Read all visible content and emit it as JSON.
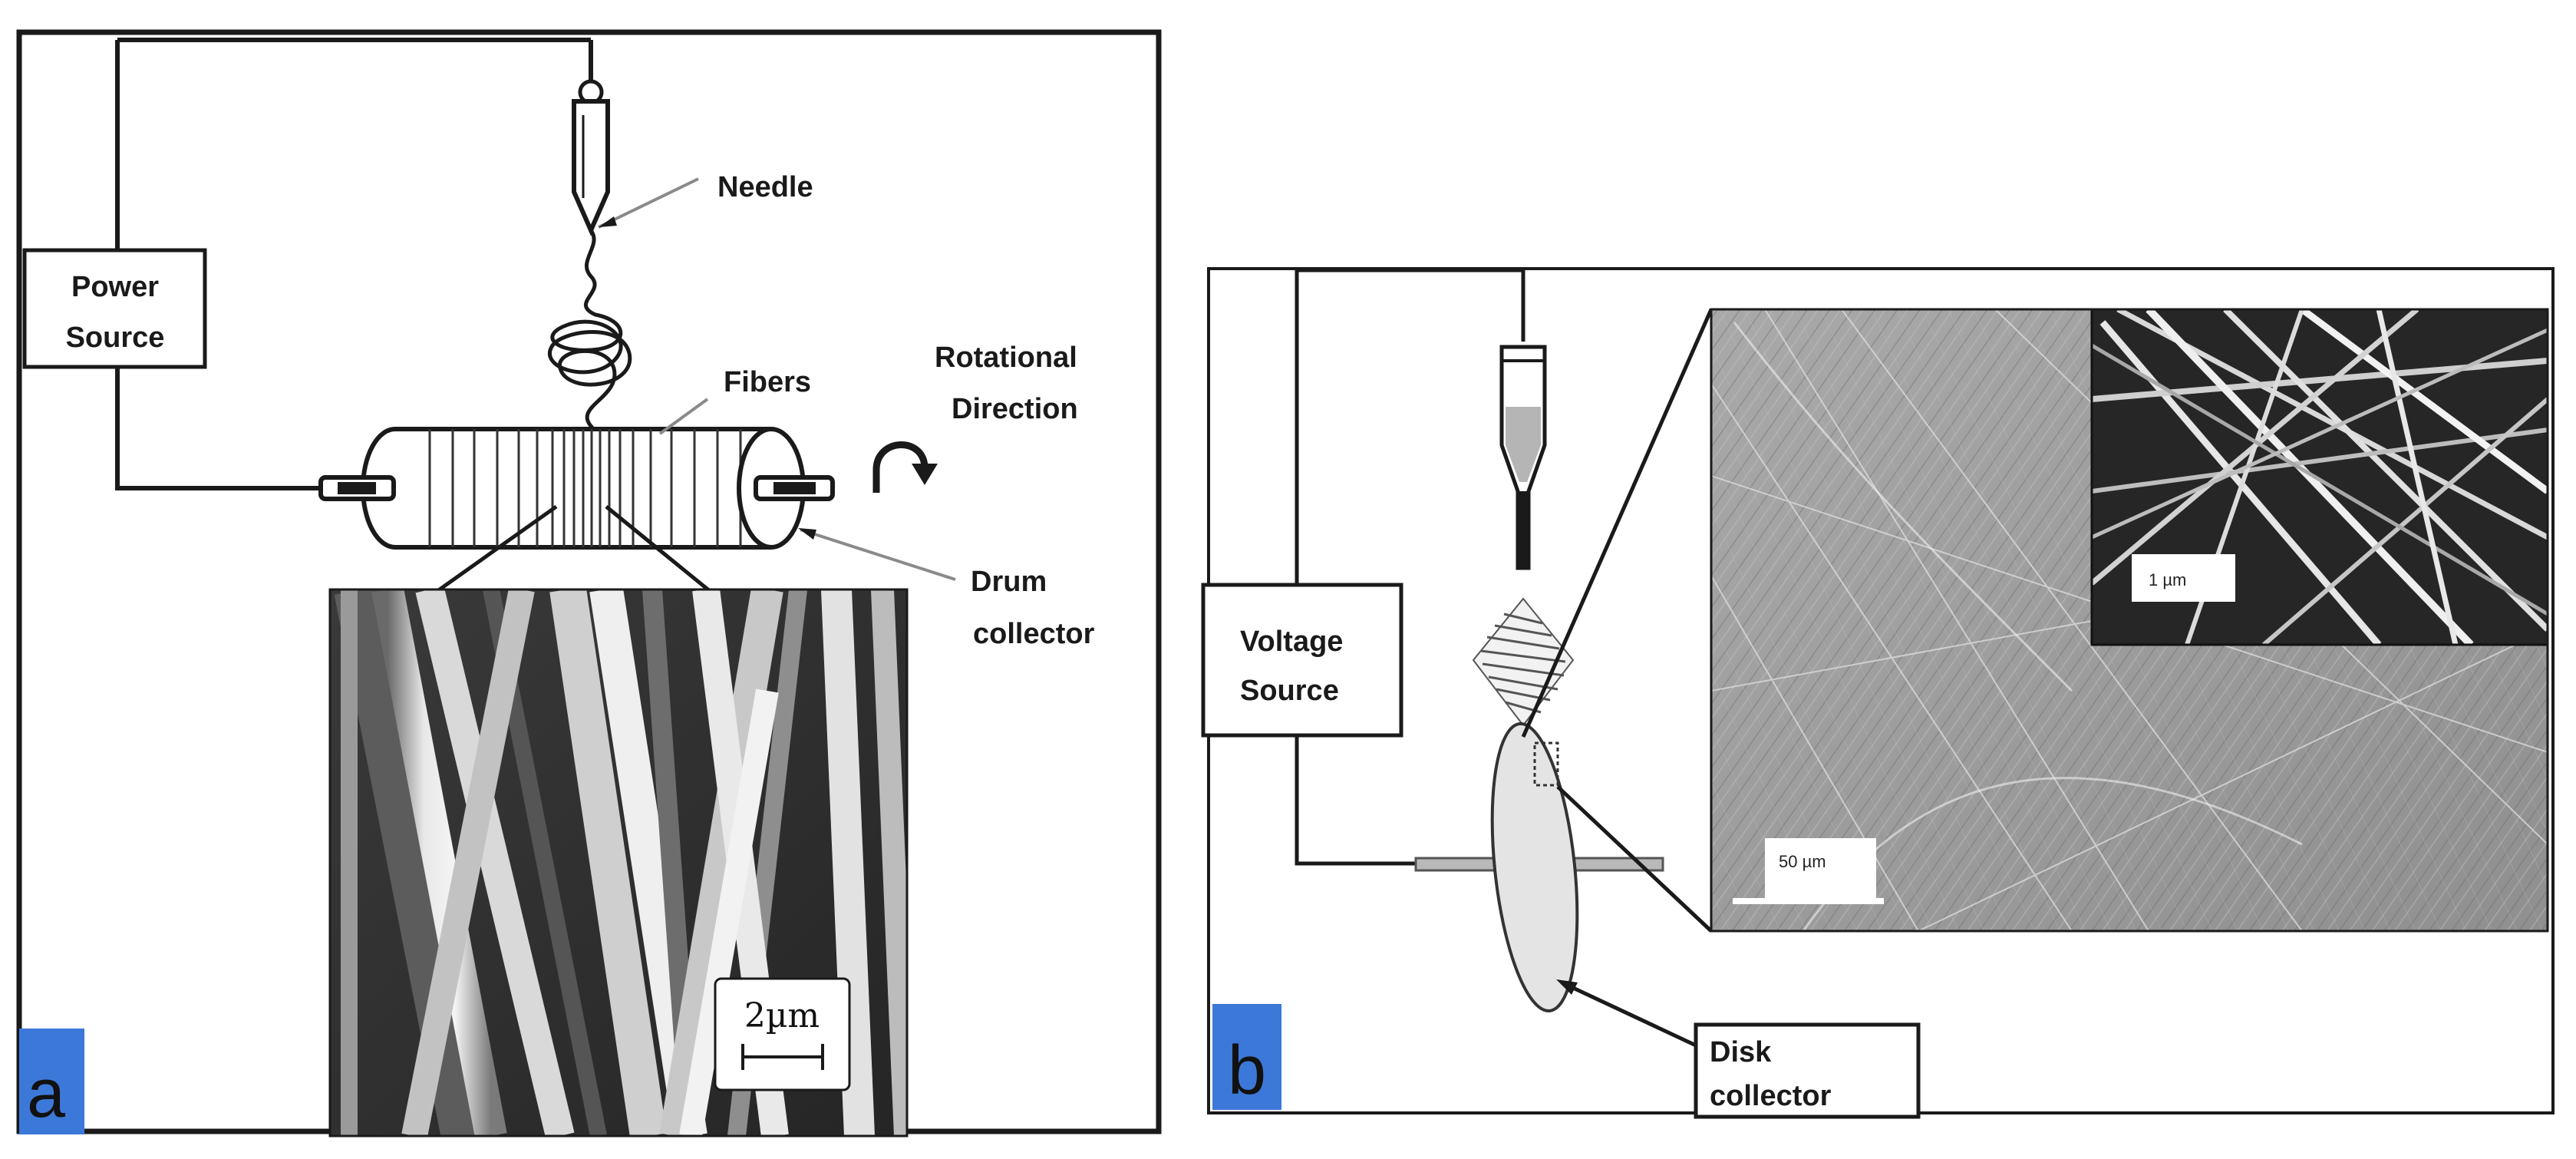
{
  "panel_a": {
    "letter": "a",
    "labels": {
      "needle": "Needle",
      "power_source_line1": "Power",
      "power_source_line2": "Source",
      "fibers": "Fibers",
      "rotational_line1": "Rotational",
      "rotational_line2": "Direction",
      "drum_line1": "Drum",
      "drum_line2": "collector"
    },
    "scale_bar": "2µm"
  },
  "panel_b": {
    "letter": "b",
    "labels": {
      "voltage_line1": "Voltage",
      "voltage_line2": "Source",
      "disk_line1": "Disk",
      "disk_line2": "collector"
    },
    "scale_bar_main": "50 µm",
    "scale_bar_inset": "1 µm"
  },
  "colors": {
    "panel_letter_bg": "#3c78d8",
    "outline": "#1a1a1a",
    "connector": "#9a9a9a",
    "sem_dark": "#2e2e2e",
    "sem_mid": "#8a8a8a"
  }
}
